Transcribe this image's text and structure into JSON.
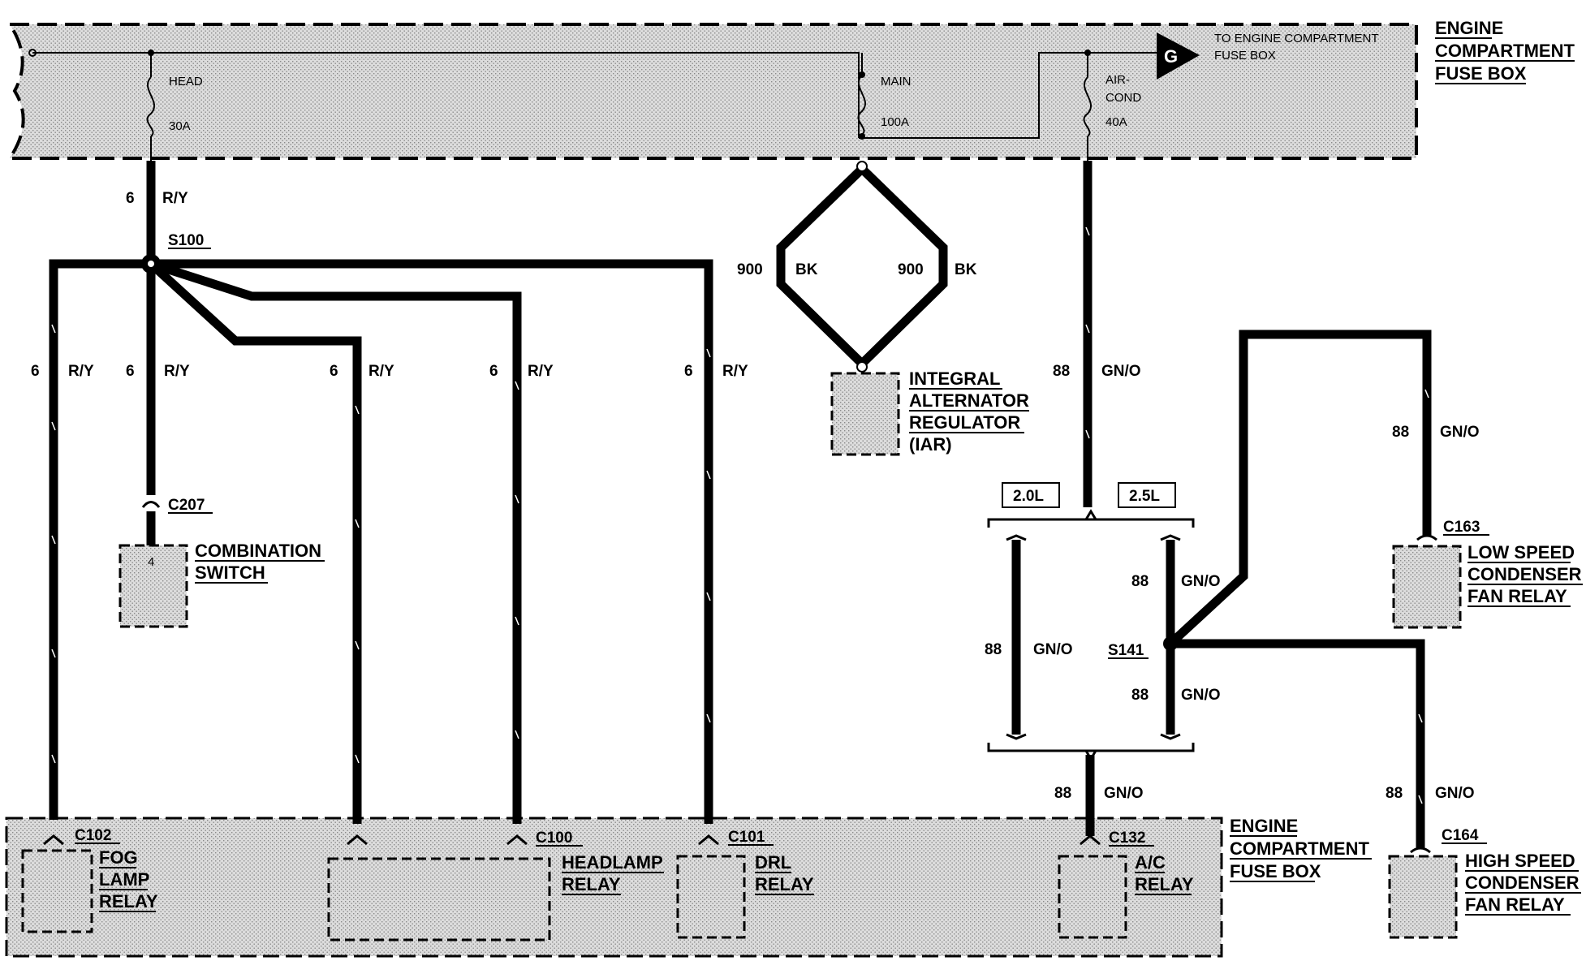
{
  "top_box": {
    "label": [
      "ENGINE",
      "COMPARTMENT",
      "FUSE BOX"
    ],
    "fuse_head": {
      "name": "HEAD",
      "rating": "30A"
    },
    "fuse_main": {
      "name": "MAIN",
      "rating": "100A"
    },
    "fuse_aircond": {
      "name": [
        "AIR-",
        "COND"
      ],
      "rating": "40A"
    },
    "connector_letter": "G",
    "connector_text": [
      "TO ENGINE COMPARTMENT",
      "FUSE BOX"
    ]
  },
  "bottom_box": {
    "label": [
      "ENGINE",
      "COMPARTMENT",
      "FUSE BOX"
    ]
  },
  "splices": {
    "s100": "S100",
    "s141": "S141"
  },
  "connectors": {
    "c207": "C207",
    "c207_pin": "4",
    "c102": "C102",
    "c100": "C100",
    "c101": "C101",
    "c132": "C132",
    "c163": "C163",
    "c164": "C164"
  },
  "components": {
    "combination_switch": [
      "COMBINATION",
      "SWITCH"
    ],
    "iar": [
      "INTEGRAL",
      "ALTERNATOR",
      "REGULATOR",
      "(IAR)"
    ],
    "fog_lamp_relay": [
      "FOG",
      "LAMP",
      "RELAY"
    ],
    "headlamp_relay": [
      "HEADLAMP",
      "RELAY"
    ],
    "drl_relay": [
      "DRL",
      "RELAY"
    ],
    "ac_relay": [
      "A/C",
      "RELAY"
    ],
    "low_speed_relay": [
      "LOW SPEED",
      "CONDENSER",
      "FAN RELAY"
    ],
    "high_speed_relay": [
      "HIGH SPEED",
      "CONDENSER",
      "FAN RELAY"
    ]
  },
  "engine_options": [
    "2.0L",
    "2.5L"
  ],
  "wires": {
    "ry_gauge": "6",
    "ry_color": "R/Y",
    "bk_gauge": "900",
    "bk_color": "BK",
    "gno_gauge": "88",
    "gno_color": "GN/O"
  }
}
